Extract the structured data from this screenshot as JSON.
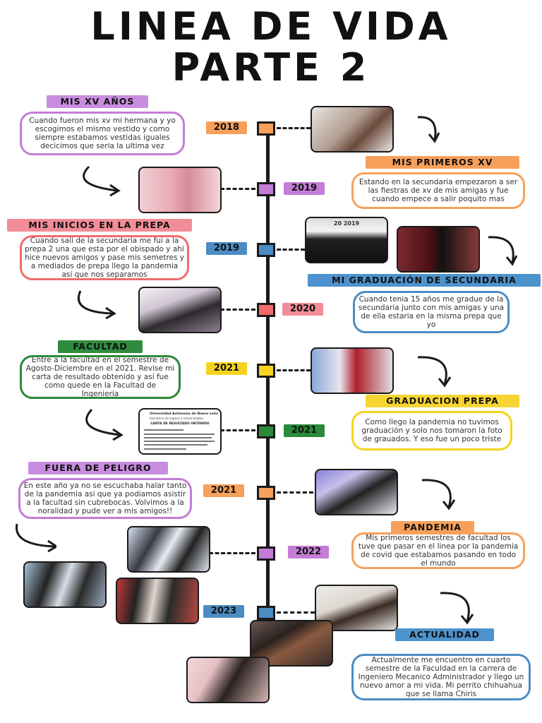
{
  "title": {
    "line1": "LINEA DE VIDA",
    "line2": "PARTE 2"
  },
  "years": [
    "2018",
    "2019",
    "2019",
    "2020",
    "2021",
    "2021",
    "2021",
    "2022",
    "2023"
  ],
  "events": [
    {
      "label": "MIS XV AÑOS",
      "text": "Cuando fueron mis xv mi hermana y yo escogimos el mismo vestido y como siempre estabamos vestidas iguales decicimos que seria la ultima vez"
    },
    {
      "label": "MIS PRIMEROS XV",
      "text": "Estando en la secundaria empezaron a ser las fiestras de xv de mis amigas y fue cuando empece a salir poquito mas"
    },
    {
      "label": "MIS INICIOS EN LA PREPA",
      "text": "Cuando sali de la secundaria me fui a la prepa 2 una que esta por el obispado y ahí hice nuevos amigos y pase mis semetres y a mediados de prepa llego la pandemia así que nos separamos"
    },
    {
      "label": "MI GRADUACIÓN DE SECUNDARIA",
      "text": "Cuando tenia 15 años me gradue de la secundaria junto con mis amigas y una de ella estaria en la misma prepa que yo"
    },
    {
      "label": "FACULTAD",
      "text": "Entre a la facultad en el semestre de Agosto-Diciembre en el 2021. Revise mi carta de resultado obtenido y así fue como quede en la Facultad de Ingenieria"
    },
    {
      "label": "GRADUACION PREPA",
      "text": "Como llego la pandemia no tuvimos graduación y solo nos tomaron la foto de grauados. Y eso fue un poco triste"
    },
    {
      "label": "FUERA DE PELIGRO",
      "text": "En este año ya no se escuchaba halar tanto de la pandemia asi que ya podiamos asistir a la facultad sin cubrebocas. Volvimos a la noralidad y pude ver a mis amigos!!"
    },
    {
      "label": "PANDEMIA",
      "text": "Mis primeros semestres de facultad los tuve que pasar en el linea por la pandemia de covid que estabamos pasando en todo el mundo"
    },
    {
      "label": "ACTUALIDAD",
      "text": "Actualmente me encuentro en cuarto semestre de la Faculdad en la carrera de Ingeniero Mecanico Administrador  y llego un nuevo amor a mi vida. Mi perrito chihuahua que se llama Chiris"
    }
  ],
  "photo_texts": {
    "grad_banner": "20  2019",
    "letter_heading": "Universidad Autónoma de Nuevo León",
    "letter_subheading": "Secretaría de Ingreso a Universidades",
    "letter_title": "CARTA DE RESULTADO OBTENIDO"
  },
  "colors": {
    "orange": "#f7a05a",
    "purple": "#c47cd6",
    "blue": "#4c8cc4",
    "red": "#f26b6b",
    "yellow": "#f5d31f",
    "green": "#2a8a3a",
    "label_purple": "#c88de0",
    "label_pink": "#f28c96",
    "label_blue": "#4d92cc",
    "label_green": "#2f8c3e",
    "label_yellow": "#f6d533"
  }
}
